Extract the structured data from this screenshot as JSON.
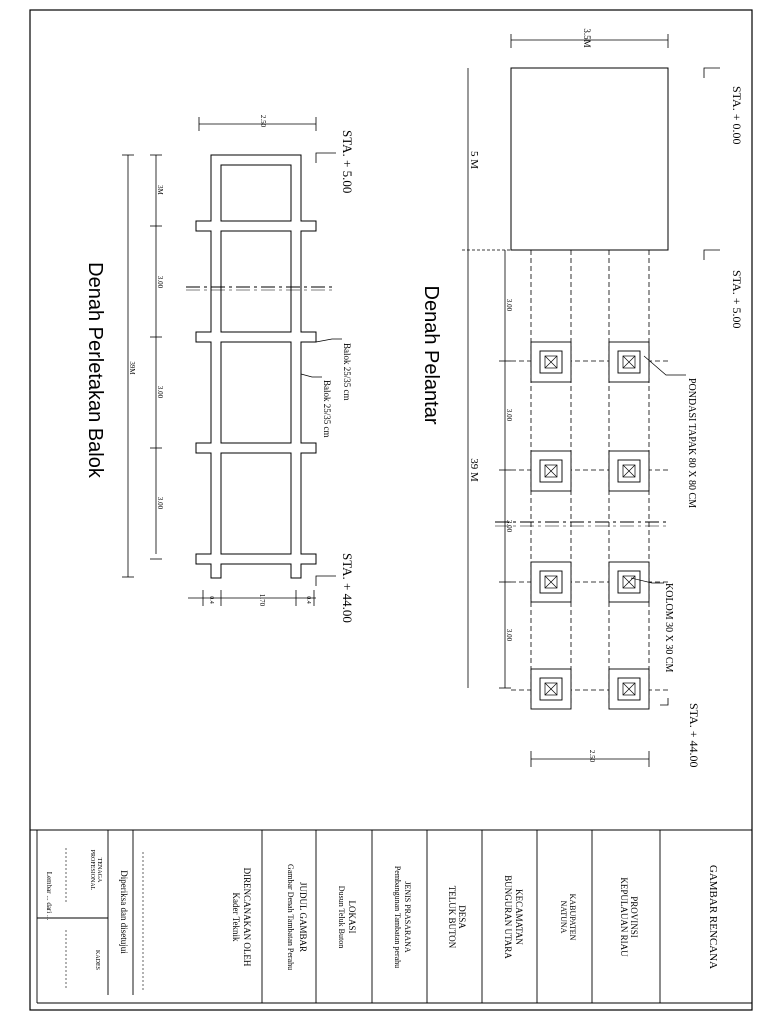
{
  "left_plan": {
    "title": "Denah Perletakan Balok",
    "dim_top": "2.50",
    "dim_total": "39M",
    "dim_seg1": "3M",
    "dim_seg2": "3.00",
    "dim_seg3": "3.00",
    "dim_seg4": "3.00",
    "dim_bot_left": "0.4",
    "dim_bot_mid": "1.70",
    "dim_bot_right": "0.4",
    "label_beam_1": "Balok 25/35 cm",
    "label_beam_2": "Balok 25/35 cm",
    "sta_top": "STA. + 5.00",
    "sta_bottom": "STA. + 44.00"
  },
  "right_plan": {
    "title": "Denah Pelantar",
    "dim_width": "3.5M",
    "dim_5m": "5 M",
    "dim_39m": "39 M",
    "dim_seg1": "3.00",
    "dim_seg2": "3.00",
    "dim_seg3": "3.00",
    "dim_seg4": "3.00",
    "dim_bottom": "2.50",
    "sta_0": "STA. + 0.00",
    "sta_5": "STA. + 5.00",
    "sta_44": "STA. + 44.00",
    "label_footing": "PONDASI TAPAK 80 X 80 CM",
    "label_column": "KOLOM 30 X 30 CM"
  },
  "title_block": {
    "gambar_rencana": "GAMBAR RENCANA",
    "provinsi_label": "PROVINSI",
    "provinsi_value": "KEPULAUAN RIAU",
    "kabupaten_label": "KABUPATEN",
    "kabupaten_value": "NATUNA",
    "kecamatan_label": "KECAMATAN",
    "kecamatan_value": "BUNGURAN UTARA",
    "desa_label": "DESA",
    "desa_value": "TELUK BUTON",
    "jenis_label": "JENIS PRASARANA",
    "jenis_value": "Pembangunan Tambatan perahu",
    "lokasi_label": "LOKASI",
    "lokasi_value": "Dusun Teluk Buton",
    "judul_label": "JUDUL GAMBAR",
    "judul_value": "Gambar Denah Tambatan Perahu",
    "direncanakan_label": "DIRENCANAKAN OLEH",
    "direncanakan_value": "Kader Teknik",
    "diperiksa": "Diperiksa dan disetujui",
    "tenaga_1": "TENAGA",
    "tenaga_2": "PROFESIONAL",
    "kades": "KADES",
    "lembar": "Lembar ... dari ..."
  }
}
